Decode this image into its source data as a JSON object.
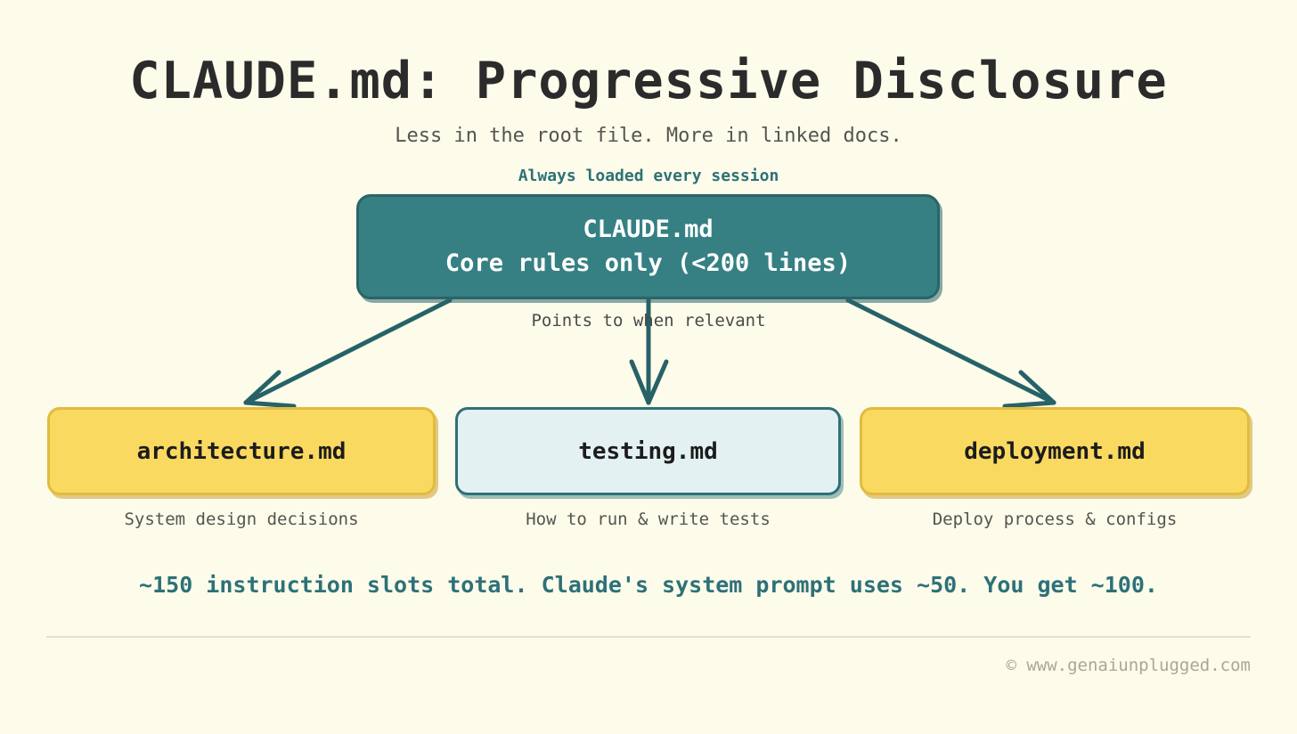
{
  "page": {
    "title": "CLAUDE.md: Progressive Disclosure",
    "subtitle": "Less in the root file. More in linked docs.",
    "background_color": "#FDFBEA"
  },
  "colors": {
    "teal_fill": "#368083",
    "teal_border": "#2A6468",
    "teal_text": "#2D7178",
    "yellow_fill": "#FAD961",
    "yellow_border": "#E2BB3E",
    "lightblue_fill": "#E4F1F2",
    "edge_stroke": "#266268",
    "body_text": "#55544E",
    "footer_text": "#A9A69B"
  },
  "diagram": {
    "root_note": "Always loaded every session",
    "root_node": {
      "line1": "CLAUDE.md",
      "line2": "Core rules only (<200 lines)"
    },
    "edge_label": "Points to when relevant",
    "children": [
      {
        "label": "architecture.md",
        "caption": "System design decisions",
        "fill": "#FAD961"
      },
      {
        "label": "testing.md",
        "caption": "How to run & write tests",
        "fill": "#E4F1F2"
      },
      {
        "label": "deployment.md",
        "caption": "Deploy process & configs",
        "fill": "#FAD961"
      }
    ]
  },
  "footnote": "~150 instruction slots total. Claude's system prompt uses ~50. You get ~100.",
  "footer": {
    "copyright": "© www.genaiunplugged.com"
  }
}
